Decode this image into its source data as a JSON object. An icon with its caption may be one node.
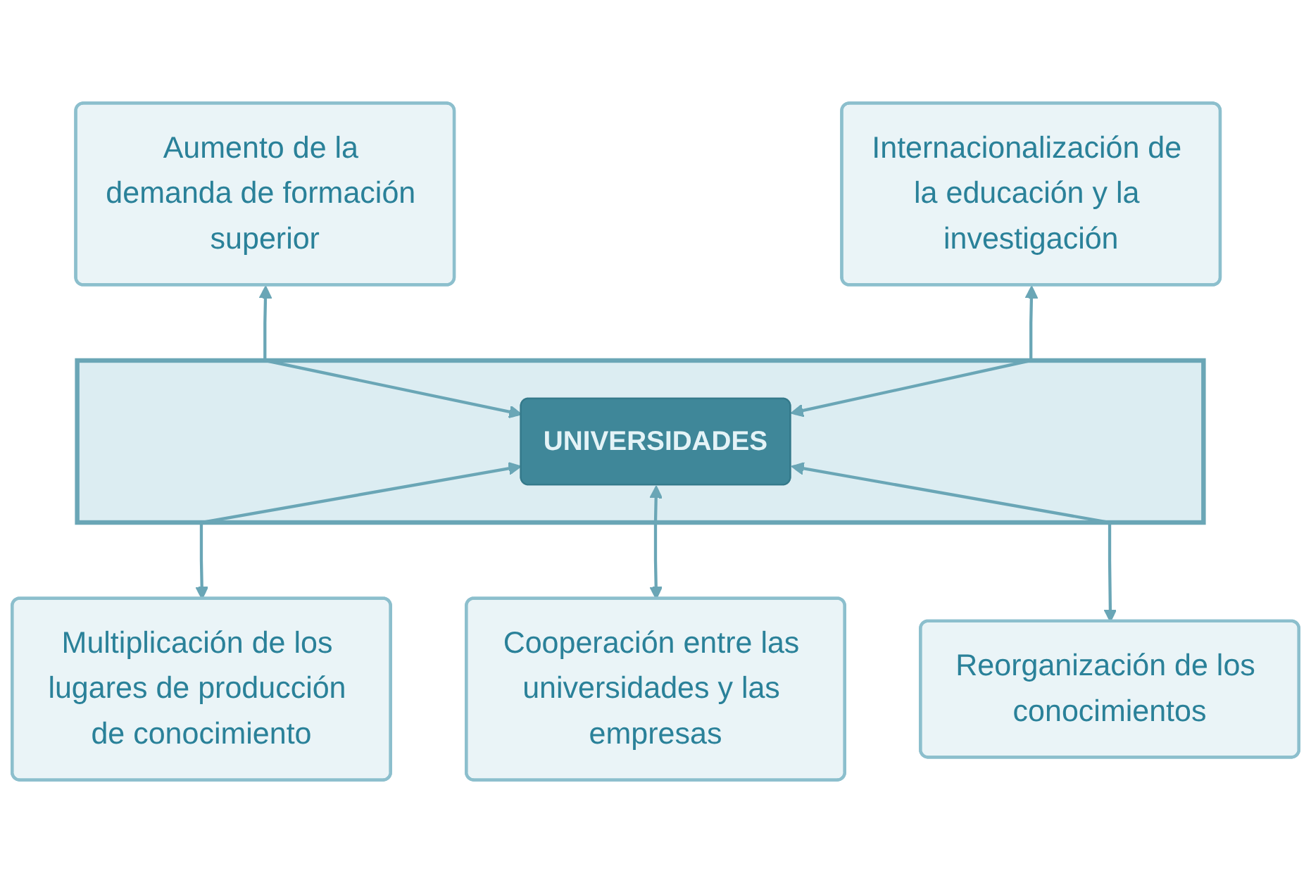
{
  "diagram": {
    "nodes": [
      {
        "text": [],
        "shape": "pentagon"
      },
      {
        "text": [
          "Aumento de la demanda de formación superior"
        ]
      },
      {
        "text": [
          "Internacionalización de la educación y la investigación"
        ]
      },
      {
        "text": [
          "UNIVERSIDADES"
        ],
        "in": 0
      },
      {
        "text": [
          "Multiplicación de los lugares de producción de conocimiento"
        ]
      },
      {
        "text": [
          "Cooperación entre las universidades y las empresas"
        ]
      },
      {
        "text": [
          "Reorganización de los conocimientos"
        ]
      }
    ],
    "edges": [
      {
        "from": 1,
        "to": 3,
        "arrow": "both"
      },
      {
        "from": 2,
        "to": 3,
        "arrow": "both"
      },
      {
        "from": 3,
        "to": 4,
        "arrow": "both"
      },
      {
        "from": 3,
        "to": 5,
        "arrow": "both"
      },
      {
        "from": 3,
        "to": 6,
        "arrow": "both"
      }
    ]
  }
}
